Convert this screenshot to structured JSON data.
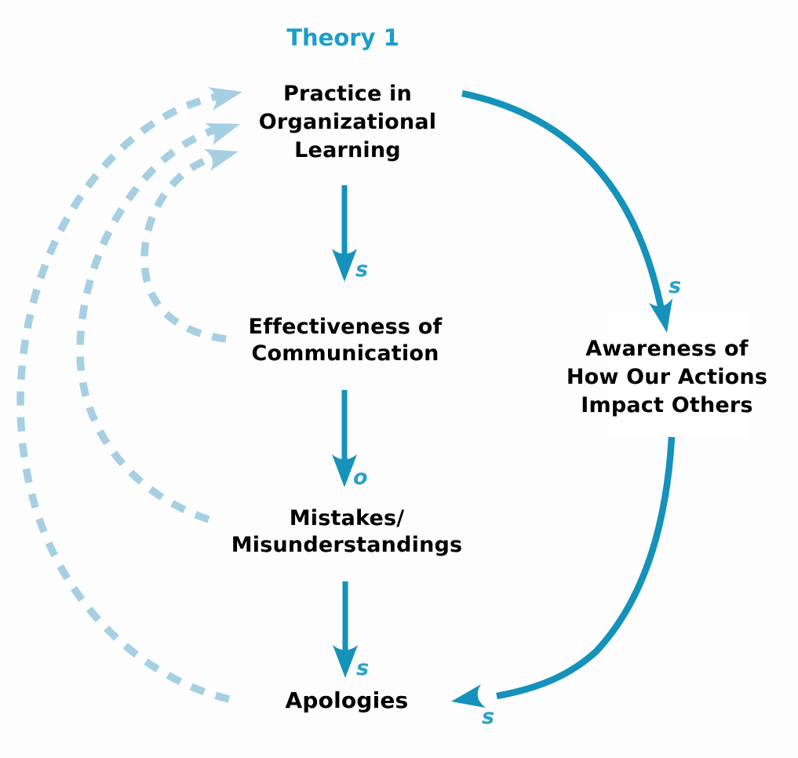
{
  "title": "Theory 1",
  "nodes": {
    "practice": {
      "lines": [
        "Practice in",
        "Organizational",
        "Learning"
      ]
    },
    "effectiveness": {
      "lines": [
        "Effectiveness of",
        "Communication"
      ]
    },
    "mistakes": {
      "lines": [
        "Mistakes/",
        "Misunderstandings"
      ]
    },
    "apologies": {
      "lines": [
        "Apologies"
      ]
    },
    "awareness": {
      "lines": [
        "Awareness of",
        "How Our Actions",
        "Impact Others"
      ]
    }
  },
  "links": {
    "practice_to_effectiveness": {
      "from": "Practice in Organizational Learning",
      "to": "Effectiveness of Communication",
      "polarity": "s",
      "style": "solid"
    },
    "effectiveness_to_mistakes": {
      "from": "Effectiveness of Communication",
      "to": "Mistakes/Misunderstandings",
      "polarity": "o",
      "style": "solid"
    },
    "mistakes_to_apologies": {
      "from": "Mistakes/Misunderstandings",
      "to": "Apologies",
      "polarity": "s",
      "style": "solid"
    },
    "practice_to_awareness": {
      "from": "Practice in Organizational Learning",
      "to": "Awareness of How Our Actions Impact Others",
      "polarity": "s",
      "style": "solid-curved"
    },
    "awareness_to_apologies": {
      "from": "Awareness of How Our Actions Impact Others",
      "to": "Apologies",
      "polarity": "s",
      "style": "solid-curved"
    },
    "effectiveness_to_practice": {
      "from": "Effectiveness of Communication",
      "to": "Practice in Organizational Learning",
      "style": "dashed-curved"
    },
    "mistakes_to_practice": {
      "from": "Mistakes/Misunderstandings",
      "to": "Practice in Organizational Learning",
      "style": "dashed-curved"
    },
    "apologies_to_practice": {
      "from": "Apologies",
      "to": "Practice in Organizational Learning",
      "style": "dashed-curved"
    }
  },
  "colors": {
    "solid_arrow": "#1492bb",
    "dashed_arrow": "#a6cfe2",
    "polarity_label": "#2aa2cc",
    "title": "#1b9ec9",
    "text": "#000000",
    "background": "#fdfdfd",
    "awareness_box": "#ffffff"
  }
}
